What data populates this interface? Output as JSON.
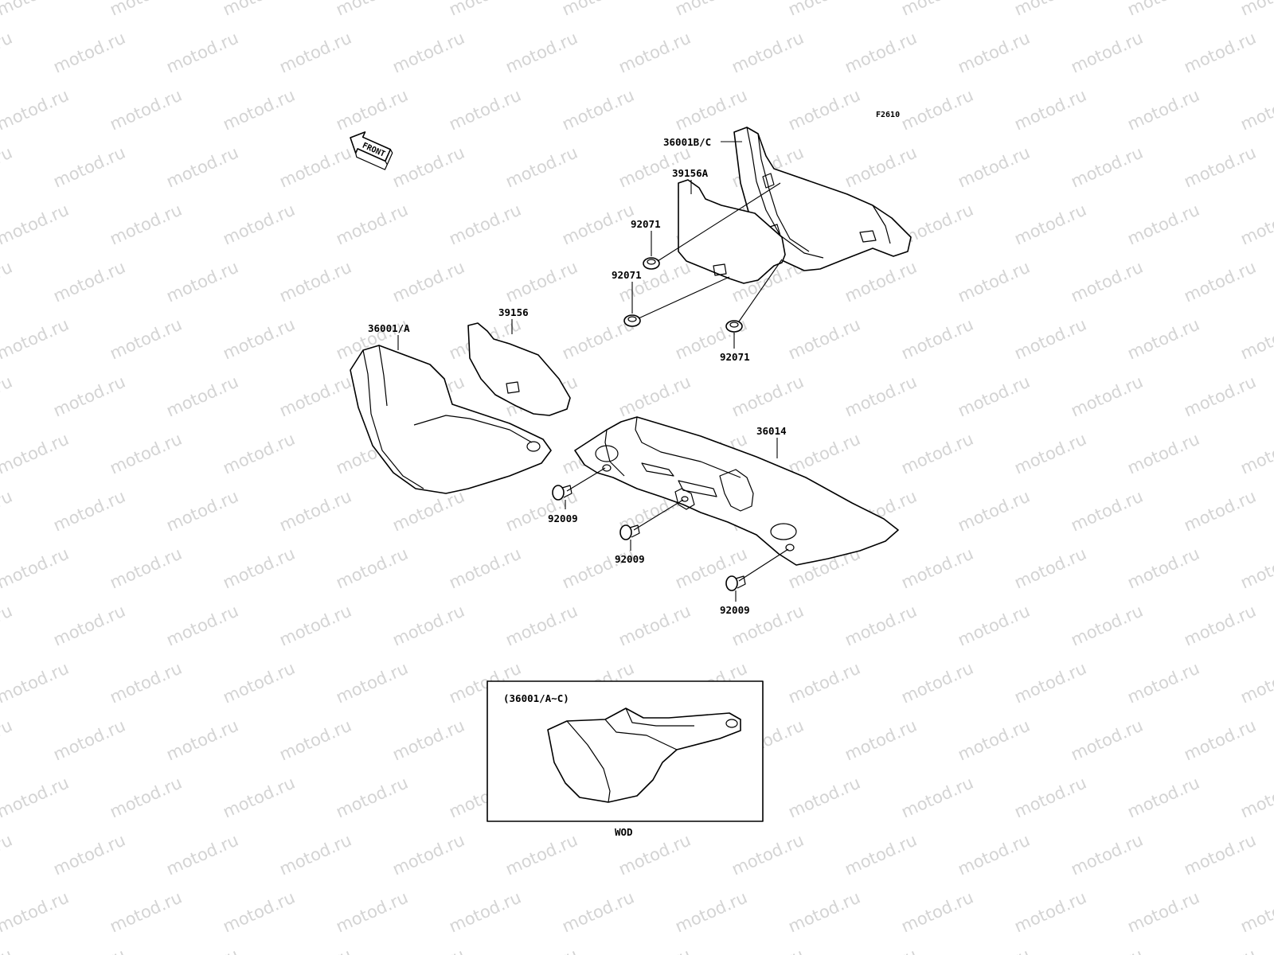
{
  "figure_code": "F2610",
  "front_label": "FRONT",
  "watermark_text": "motod.ru",
  "parts": {
    "side_cover_right": "36001B/C",
    "pad_right": "39156A",
    "grommet_upper": "92071",
    "grommet_middle": "92071",
    "grommet_lower": "92071",
    "side_cover_left": "36001/A",
    "pad_left": "39156",
    "chain_cover": "36014",
    "bolt_1": "92009",
    "bolt_2": "92009",
    "bolt_3": "92009"
  },
  "inset": {
    "label": "(36001/A~C)",
    "caption": "WOD"
  }
}
